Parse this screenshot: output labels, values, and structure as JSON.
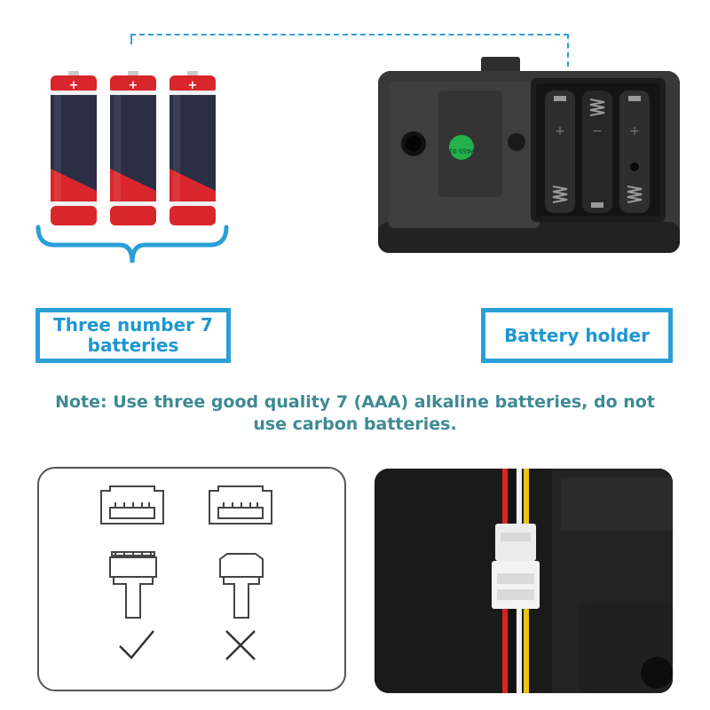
{
  "labels": {
    "batteries": "Three number 7 batteries",
    "holder": "Battery holder"
  },
  "note": "Note: Use three good quality 7 (AAA) alkaline batteries, do not use carbon batteries.",
  "sticker_text": "PASS 01",
  "icons": {
    "correct": "check-mark-icon",
    "incorrect": "cross-mark-icon"
  },
  "colors": {
    "accent": "#2a9fd6",
    "label_text": "#1e96d2",
    "note_text": "#3d8a94",
    "battery_red": "#d8262c",
    "battery_body": "#2b2f45"
  }
}
